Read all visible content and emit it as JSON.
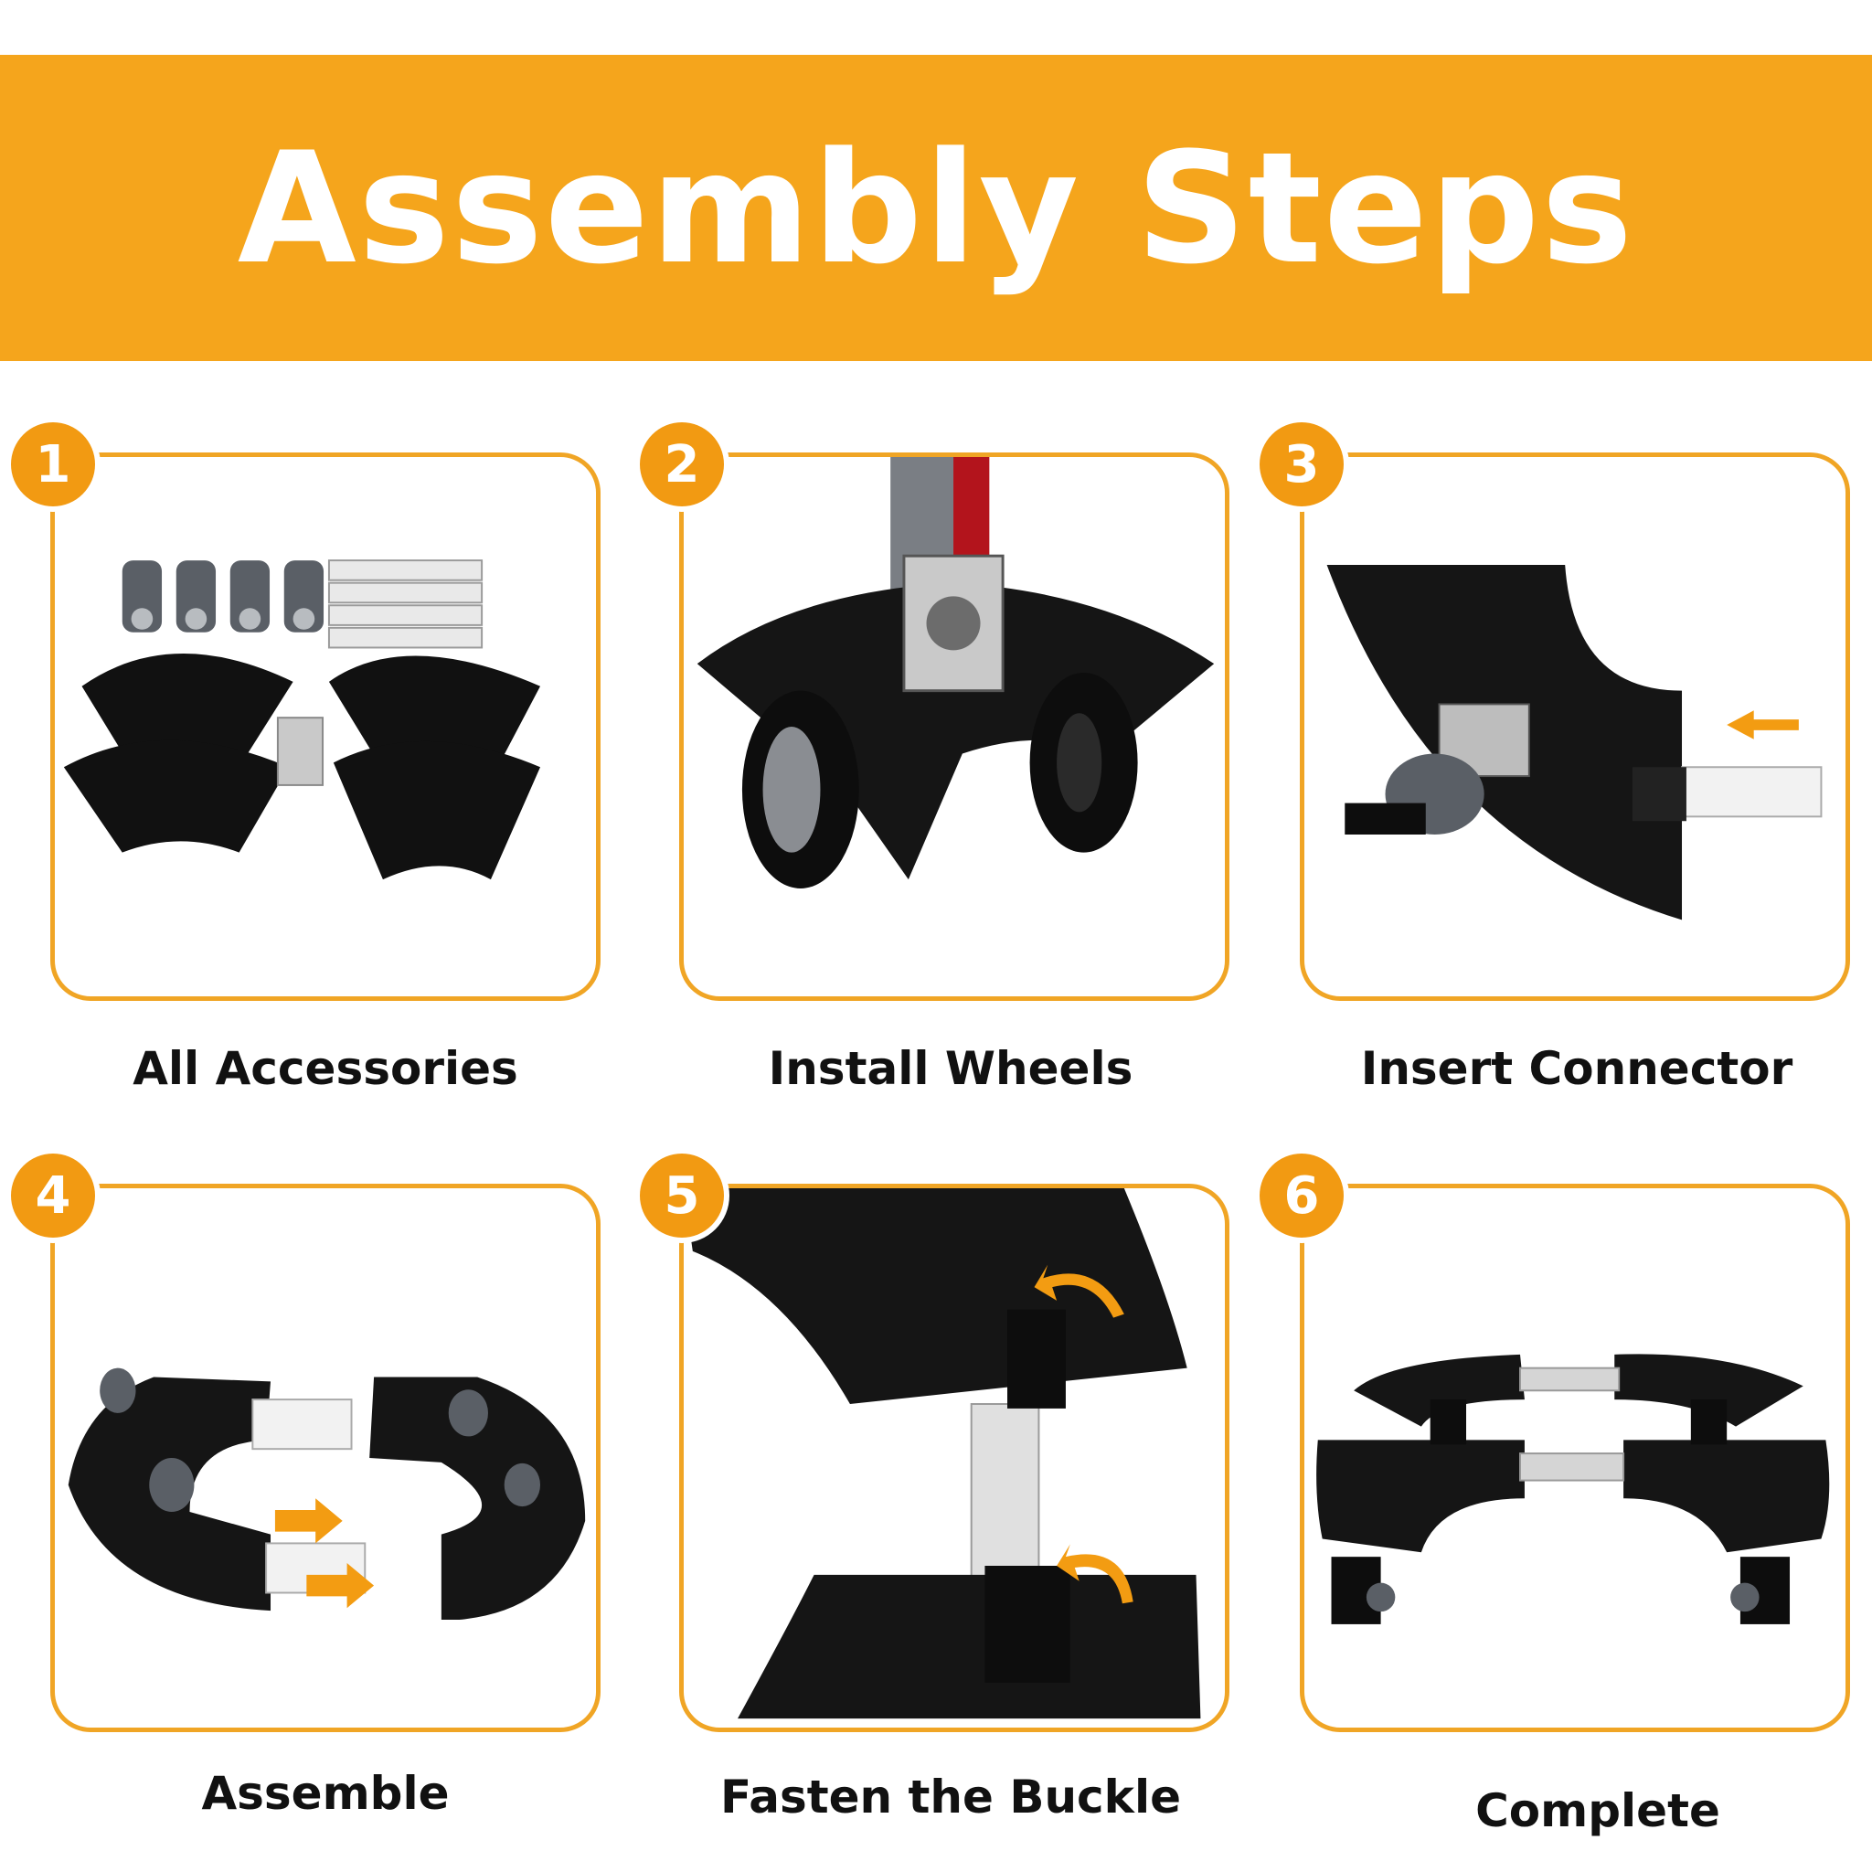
{
  "header": {
    "title": "Assembly Steps"
  },
  "steps": [
    {
      "number": "1",
      "caption": "All Accessories"
    },
    {
      "number": "2",
      "caption": "Install Wheels"
    },
    {
      "number": "3",
      "caption": "Insert Connector"
    },
    {
      "number": "4",
      "caption": "Assemble"
    },
    {
      "number": "5",
      "caption": "Fasten the Buckle"
    },
    {
      "number": "6",
      "caption": "Complete"
    }
  ],
  "colors": {
    "accent": "#f5a51c",
    "badge": "#f29a12",
    "panel_border": "#f0a525",
    "caption_text": "#111111",
    "product": "#111111"
  }
}
